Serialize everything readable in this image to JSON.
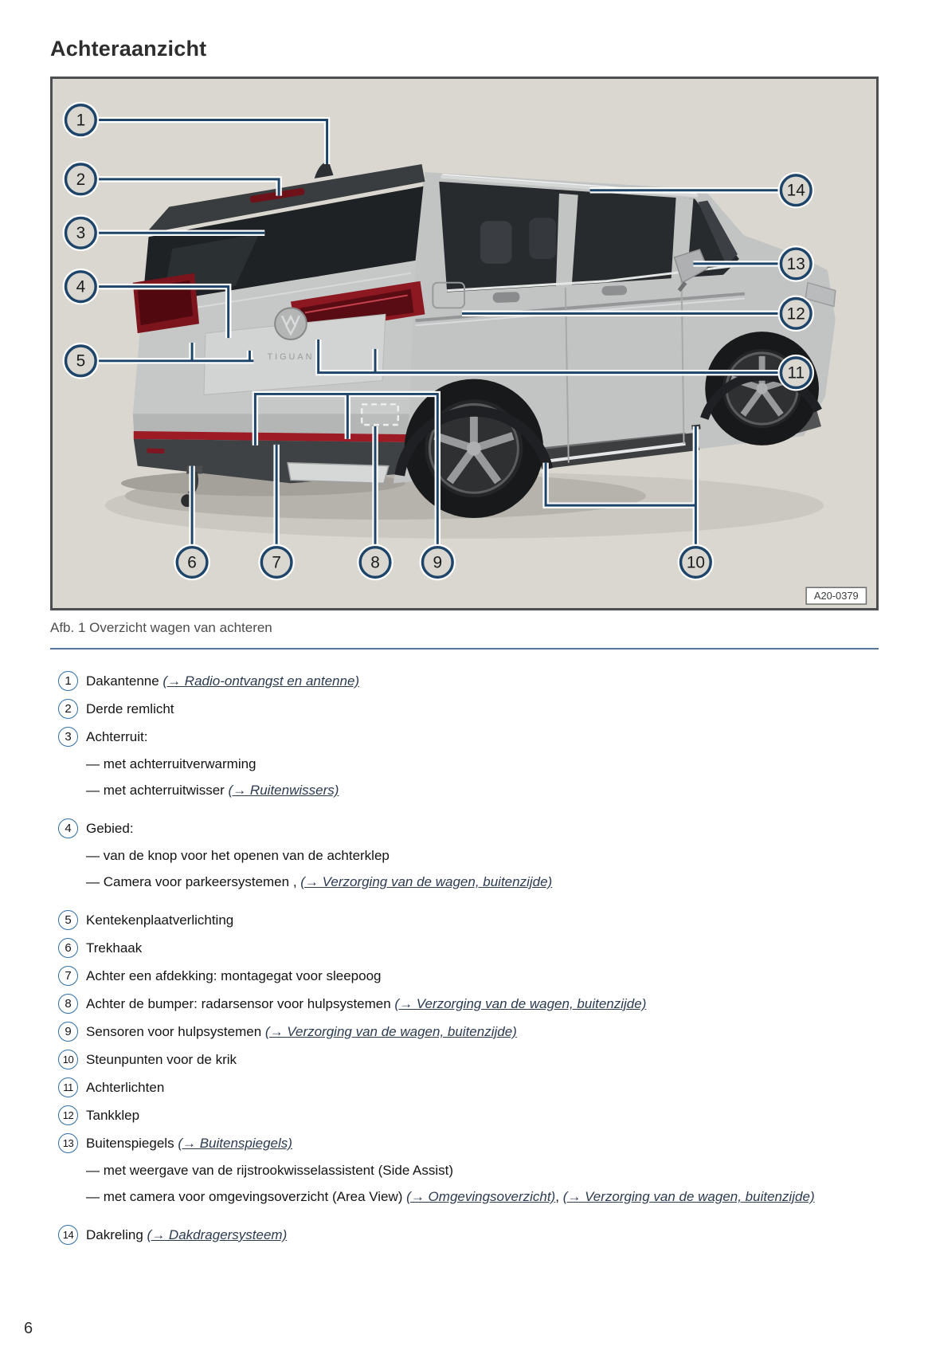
{
  "page": {
    "title": "Achteraanzicht",
    "page_number": "6"
  },
  "figure": {
    "caption": "Afb. 1 Overzicht wagen van achteren",
    "image_code": "A20-0379",
    "vehicle_badge": "TIGUAN",
    "callouts": [
      "1",
      "2",
      "3",
      "4",
      "5",
      "6",
      "7",
      "8",
      "9",
      "10",
      "11",
      "12",
      "13",
      "14"
    ]
  },
  "colors": {
    "callout_line": "#1e4569",
    "legend_ring": "#2f6da5",
    "separator": "#54779a",
    "link": "#2c3a50"
  },
  "legend": {
    "items": [
      {
        "num": "1",
        "segments": [
          {
            "t": "text",
            "v": "Dakantenne "
          },
          {
            "t": "link",
            "v": "(→ Radio-ontvangst en antenne)"
          }
        ]
      },
      {
        "num": "2",
        "segments": [
          {
            "t": "text",
            "v": "Derde remlicht"
          }
        ]
      },
      {
        "num": "3",
        "segments": [
          {
            "t": "text",
            "v": "Achterruit:"
          }
        ],
        "subs": [
          [
            {
              "t": "text",
              "v": "— met achterruitverwarming"
            }
          ],
          [
            {
              "t": "text",
              "v": "— met achterruitwisser "
            },
            {
              "t": "link",
              "v": "(→ Ruitenwissers)"
            }
          ]
        ]
      },
      {
        "num": "4",
        "segments": [
          {
            "t": "text",
            "v": "Gebied:"
          }
        ],
        "subs": [
          [
            {
              "t": "text",
              "v": "— van de knop voor het openen van de achterklep"
            }
          ],
          [
            {
              "t": "text",
              "v": "— Camera voor parkeersystemen , "
            },
            {
              "t": "link",
              "v": "(→ Verzorging van de wagen, buitenzijde)"
            }
          ]
        ]
      },
      {
        "num": "5",
        "segments": [
          {
            "t": "text",
            "v": "Kentekenplaatverlichting"
          }
        ]
      },
      {
        "num": "6",
        "segments": [
          {
            "t": "text",
            "v": "Trekhaak"
          }
        ]
      },
      {
        "num": "7",
        "segments": [
          {
            "t": "text",
            "v": "Achter een afdekking: montagegat voor sleepoog"
          }
        ]
      },
      {
        "num": "8",
        "segments": [
          {
            "t": "text",
            "v": "Achter de bumper: radarsensor voor hulpsystemen "
          },
          {
            "t": "link",
            "v": "(→ Verzorging van de wagen, buitenzijde)"
          }
        ]
      },
      {
        "num": "9",
        "segments": [
          {
            "t": "text",
            "v": "Sensoren voor hulpsystemen "
          },
          {
            "t": "link",
            "v": "(→ Verzorging van de wagen, buitenzijde)"
          }
        ]
      },
      {
        "num": "10",
        "segments": [
          {
            "t": "text",
            "v": "Steunpunten voor de krik"
          }
        ]
      },
      {
        "num": "11",
        "segments": [
          {
            "t": "text",
            "v": "Achterlichten"
          }
        ]
      },
      {
        "num": "12",
        "segments": [
          {
            "t": "text",
            "v": "Tankklep"
          }
        ]
      },
      {
        "num": "13",
        "segments": [
          {
            "t": "text",
            "v": "Buitenspiegels "
          },
          {
            "t": "link",
            "v": "(→ Buitenspiegels)"
          }
        ],
        "subs": [
          [
            {
              "t": "text",
              "v": "— met weergave van de rijstrookwisselassistent (Side Assist)"
            }
          ],
          [
            {
              "t": "text",
              "v": "— met camera voor omgevingsoverzicht (Area View) "
            },
            {
              "t": "link",
              "v": "(→ Omgevingsoverzicht)"
            },
            {
              "t": "text",
              "v": ", "
            },
            {
              "t": "link",
              "v": "(→ Verzorging van de wagen, buitenzijde)"
            }
          ]
        ]
      },
      {
        "num": "14",
        "segments": [
          {
            "t": "text",
            "v": "Dakreling "
          },
          {
            "t": "link",
            "v": "(→ Dakdragersysteem)"
          }
        ]
      }
    ]
  }
}
